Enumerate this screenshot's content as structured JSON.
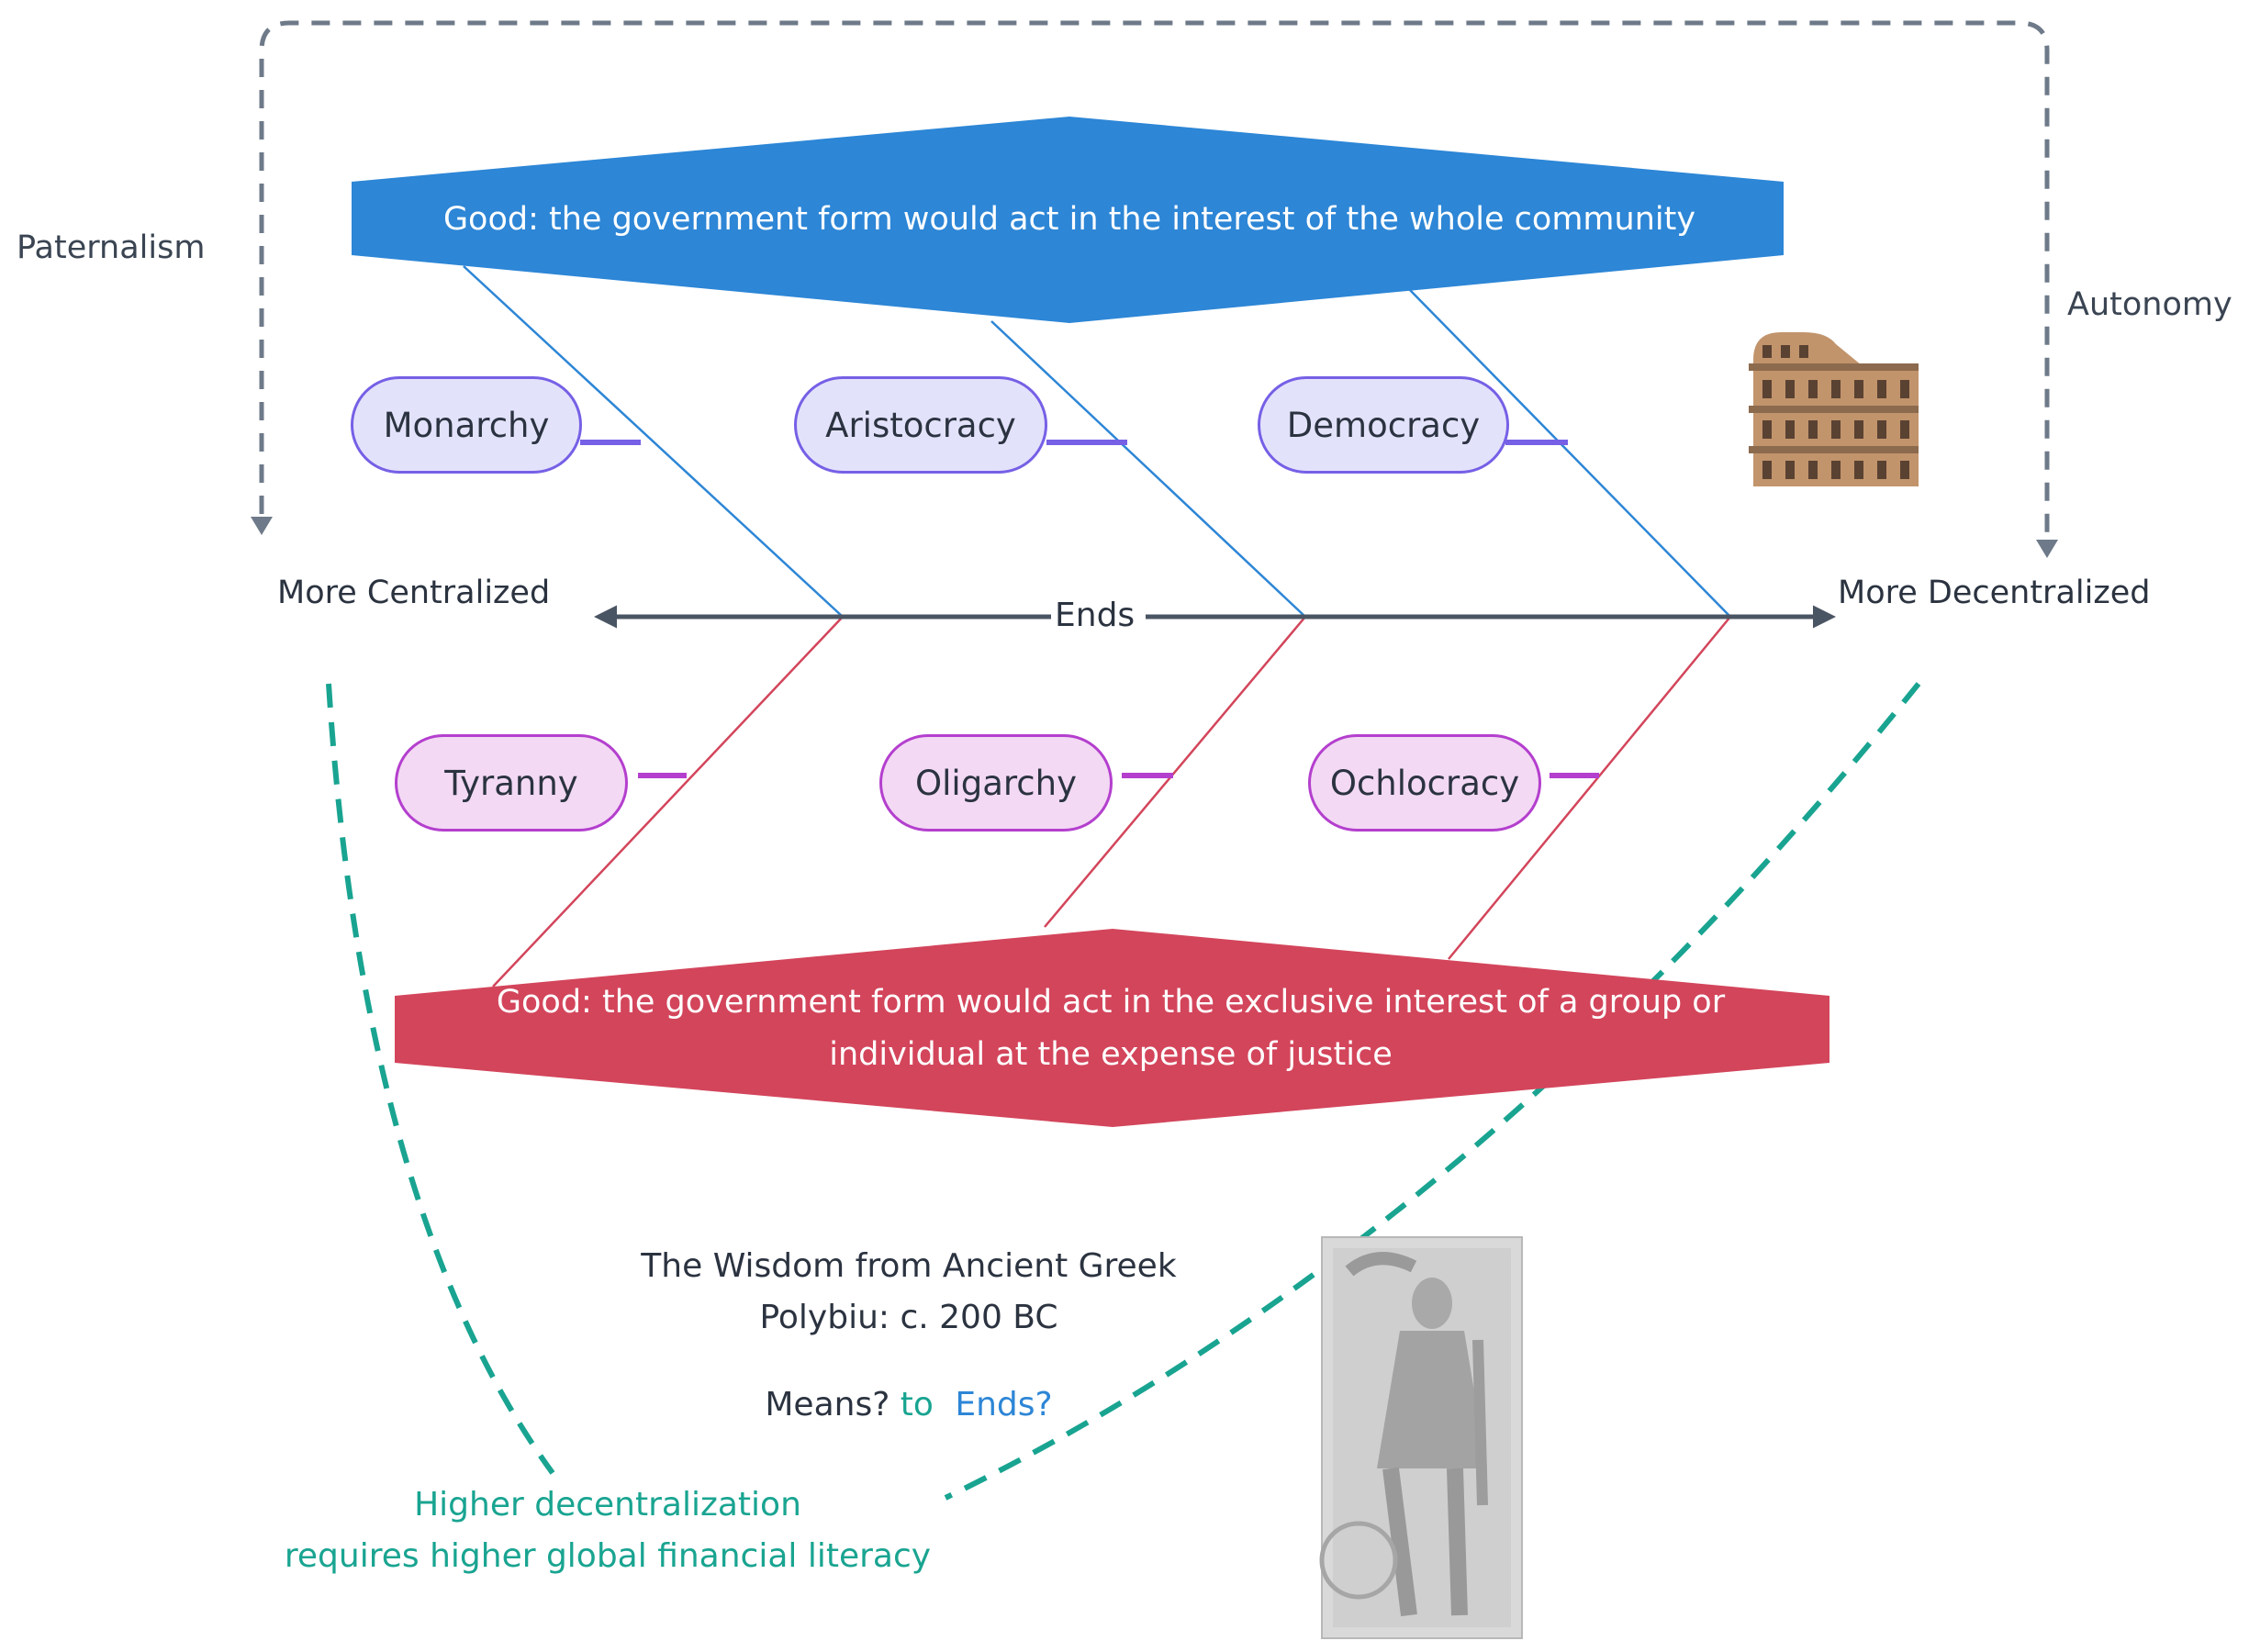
{
  "diagram": {
    "top_banner": "Good: the government form would act in the interest of the whole community",
    "bottom_banner": "Good: the government form would act in the exclusive interest of a group or individual at the expense of justice",
    "axis_label": "Ends",
    "left_end": "More Centralized",
    "right_end": "More Decentralized",
    "left_arc_label": "Paternalism",
    "right_arc_label": "Autonomy",
    "good_forms": [
      "Monarchy",
      "Aristocracy",
      "Democracy"
    ],
    "bad_forms": [
      "Tyranny",
      "Oligarchy",
      "Ochlocracy"
    ],
    "source_title": "The Wisdom from Ancient Greek",
    "source_author": "Polybiu: c. 200 BC",
    "question": {
      "means": "Means?",
      "to": "to",
      "ends": "Ends?"
    },
    "footnote_line1": "Higher decentralization",
    "footnote_line2": "requires higher global financial literacy"
  },
  "colors": {
    "top_banner": "#2d86d6",
    "bottom_banner": "#d3455b",
    "good_node_fill": "#e3e2fb",
    "good_node_stroke": "#7660e6",
    "bad_node_fill": "#f3d9f4",
    "bad_node_stroke": "#b43fce",
    "teal": "#19a491",
    "axis": "#4a5563",
    "arc": "#6e7a89"
  },
  "icons": [
    "colosseum-icon",
    "roman-statue-relief-image"
  ]
}
